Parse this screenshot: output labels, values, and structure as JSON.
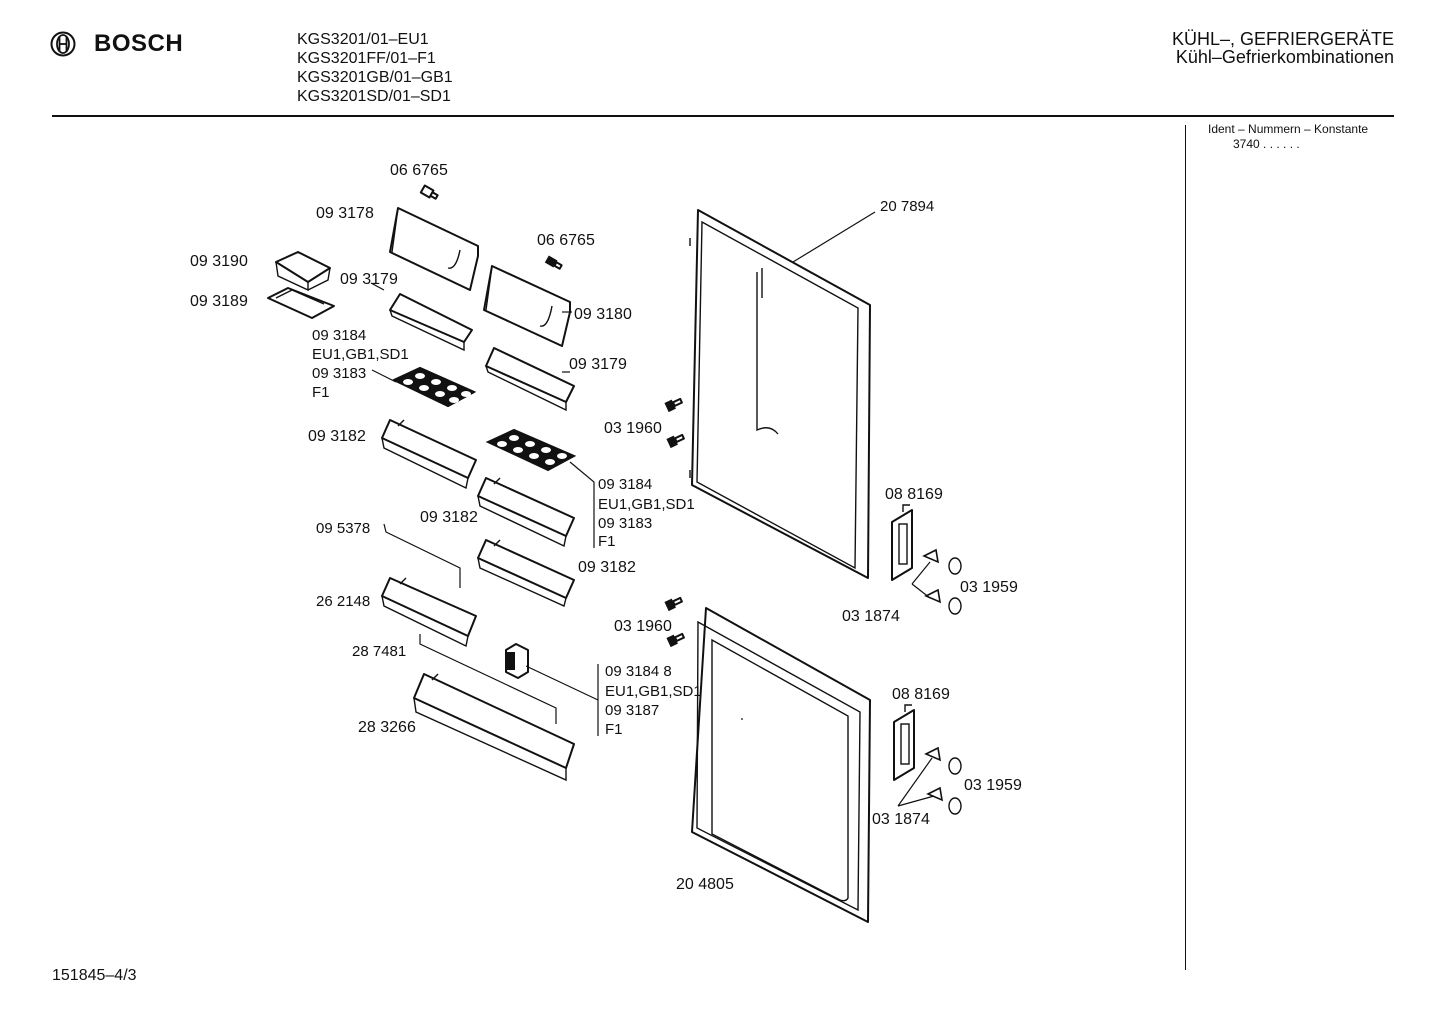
{
  "header": {
    "brand": "BOSCH",
    "logo_icon": "bosch-armature-logo",
    "models": [
      "KGS3201/01–EU1",
      "KGS3201FF/01–F1",
      "KGS3201GB/01–GB1",
      "KGS3201SD/01–SD1"
    ],
    "category_line1": "KÜHL–, GEFRIERGERÄTE",
    "category_line2": "Kühl–Gefrierkombinationen"
  },
  "ident": {
    "label": "Ident – Nummern – Konstante",
    "value": "3740 . . . . . ."
  },
  "footer": {
    "document_number": "151845–4/3"
  },
  "parts": {
    "screw_top": "06 6765",
    "bin_top_left": "09 3178",
    "butter_lid": "09 3190",
    "butter_base": "09 3189",
    "shelf_small_left": "09 3179",
    "screw_top_right": "06 6765",
    "bin_top_right": "09 3180",
    "shelf_small_right": "09 3179",
    "egg_left_1": "09 3184",
    "egg_left_2": "EU1,GB1,SD1",
    "egg_left_3": "09 3183",
    "egg_left_4": "F1",
    "shelf_left": "09 3182",
    "door_screw_upper": "03 1960",
    "egg_right_1": "09 3184",
    "egg_right_2": "EU1,GB1,SD1",
    "egg_right_3": "09 3183",
    "egg_right_4": "F1",
    "shelf_mid": "09 3182",
    "shelf_lower_right": "09 3182",
    "wire_rail": "09 5378",
    "bottle_shelf_small": "26 2148",
    "bottle_rail": "28 7481",
    "bottle_shelf": "28 3266",
    "clip_1": "09 3184  8",
    "clip_2": "EU1,GB1,SD1",
    "clip_3": "09 3187",
    "clip_4": "F1",
    "upper_door": "20 7894",
    "hinge_upper": "08 8169",
    "cap_upper": "03 1959",
    "pin_upper": "03 1874",
    "door_screw_lower": "03 1960",
    "hinge_lower": "08 8169",
    "cap_lower": "03 1959",
    "pin_lower": "03 1874",
    "lower_door": "20 4805"
  }
}
